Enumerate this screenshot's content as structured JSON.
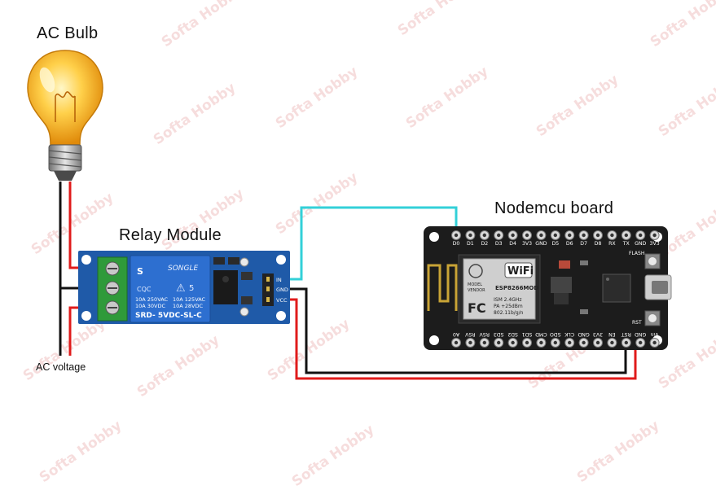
{
  "labels": {
    "bulb": "AC Bulb",
    "relay": "Relay Module",
    "nodemcu": "Nodemcu board",
    "ac_voltage": "AC voltage"
  },
  "watermark": "Softa Hobby",
  "relay_pins": [
    "IN",
    "GND",
    "VCC"
  ],
  "relay_print": {
    "brand": "SONGLE",
    "ratings_left": [
      "10A 250VAC",
      "10A 30VDC"
    ],
    "ratings_right": [
      "10A 125VAC",
      "10A 28VDC"
    ],
    "model": "SRD- 5VDC-SL-C"
  },
  "esp_print": {
    "wifi": "WiFi",
    "lines": [
      "MODEL",
      "VENDOR",
      "ESP8266MOD"
    ],
    "spec": [
      "ISM 2.4GHz",
      "PA +25dBm",
      "802.11b/g/n"
    ],
    "fc": "FC"
  },
  "nodemcu_pins_top": [
    "D0",
    "D1",
    "D2",
    "D3",
    "D4",
    "3V3",
    "GND",
    "D5",
    "D6",
    "D7",
    "D8",
    "RX",
    "TX",
    "GND",
    "3V3"
  ],
  "nodemcu_pins_bottom": [
    "A0",
    "RSV",
    "RSV",
    "SD3",
    "SD2",
    "SD1",
    "CMD",
    "SDO",
    "CLK",
    "GND",
    "3V3",
    "EN",
    "RST",
    "GND",
    "Vin"
  ],
  "buttons": [
    "FLASH",
    "RST"
  ],
  "colors": {
    "signal_wire": "#33d0d8",
    "ground_wire": "#111111",
    "power_wire": "#e01b1b",
    "relay_board": "#1f5aa8",
    "relay_coil": "#2d6fd0",
    "nodemcu_board": "#1c1c1c",
    "bulb_glass": "#f6b51f",
    "watermark": "#e8a0a0"
  }
}
